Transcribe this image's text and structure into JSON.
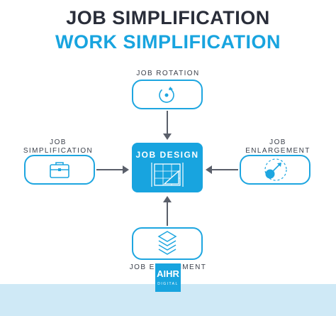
{
  "title": {
    "line1": "JOB SIMPLIFICATION",
    "line2": "WORK SIMPLIFICATION"
  },
  "nodes": {
    "top": {
      "label": "JOB ROTATION",
      "icon": "rotation-icon"
    },
    "left": {
      "label_line1": "JOB",
      "label_line2": "SIMPLIFICATION",
      "icon": "briefcase-icon"
    },
    "right": {
      "label_line1": "JOB",
      "label_line2": "ENLARGEMENT",
      "icon": "expand-circle-icon"
    },
    "bottom": {
      "label": "JOB ENRICHMENT",
      "icon": "layers-icon"
    },
    "center": {
      "label": "JOB DESIGN",
      "icon": "blueprint-icon"
    }
  },
  "logo": {
    "main": "AIHR",
    "sub": "DIGITAL"
  },
  "colors": {
    "accent": "#18a4df",
    "title_dark": "#2a2e3a",
    "arrow": "#5a5f6a",
    "footer": "#cfe9f6"
  }
}
